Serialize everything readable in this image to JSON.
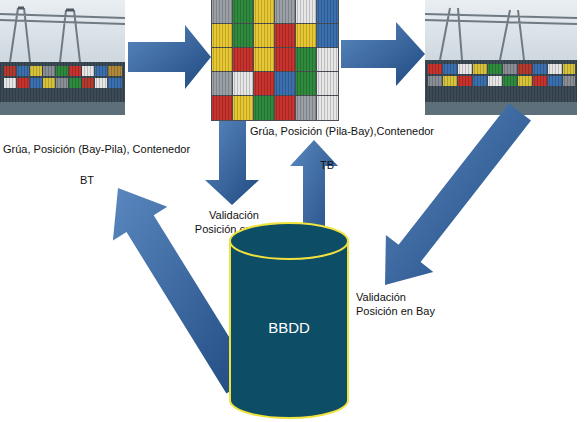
{
  "diagram": {
    "nodes": [
      {
        "text": [
          "BBDD"
        ]
      }
    ],
    "labels": [
      "Grúa, Posición (Bay-Pila), Contenedor",
      "BT",
      "Validación Posición en Pila",
      "Grúa, Posición (Pila-Bay),Contenedor",
      "TB",
      "Validación Posición en Bay"
    ]
  }
}
